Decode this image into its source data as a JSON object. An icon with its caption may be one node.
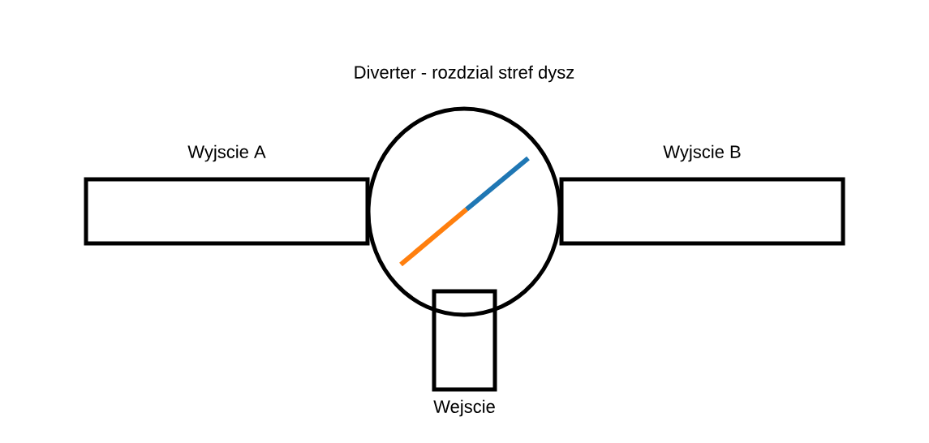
{
  "diagram": {
    "title": "Diverter - rozdzial stref dysz",
    "nodes": [
      {
        "text": [
          "Wyjscie A"
        ]
      },
      {
        "text": [],
        "shape": "circle"
      },
      {
        "text": [
          "Wyjscie B"
        ]
      },
      {
        "text": [
          "Wejscie"
        ]
      }
    ]
  }
}
